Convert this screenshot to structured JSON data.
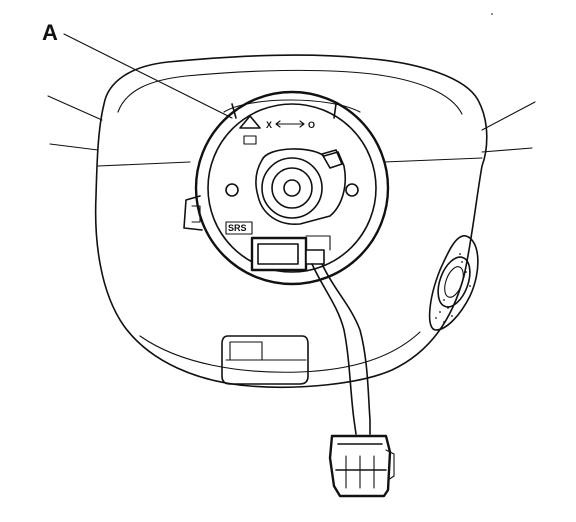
{
  "callout": {
    "label": "A"
  },
  "markings": {
    "x_symbol": "X",
    "o_symbol": "O",
    "srs_label": "SRS"
  },
  "colors": {
    "ink": "#111111",
    "paper": "#ffffff"
  }
}
